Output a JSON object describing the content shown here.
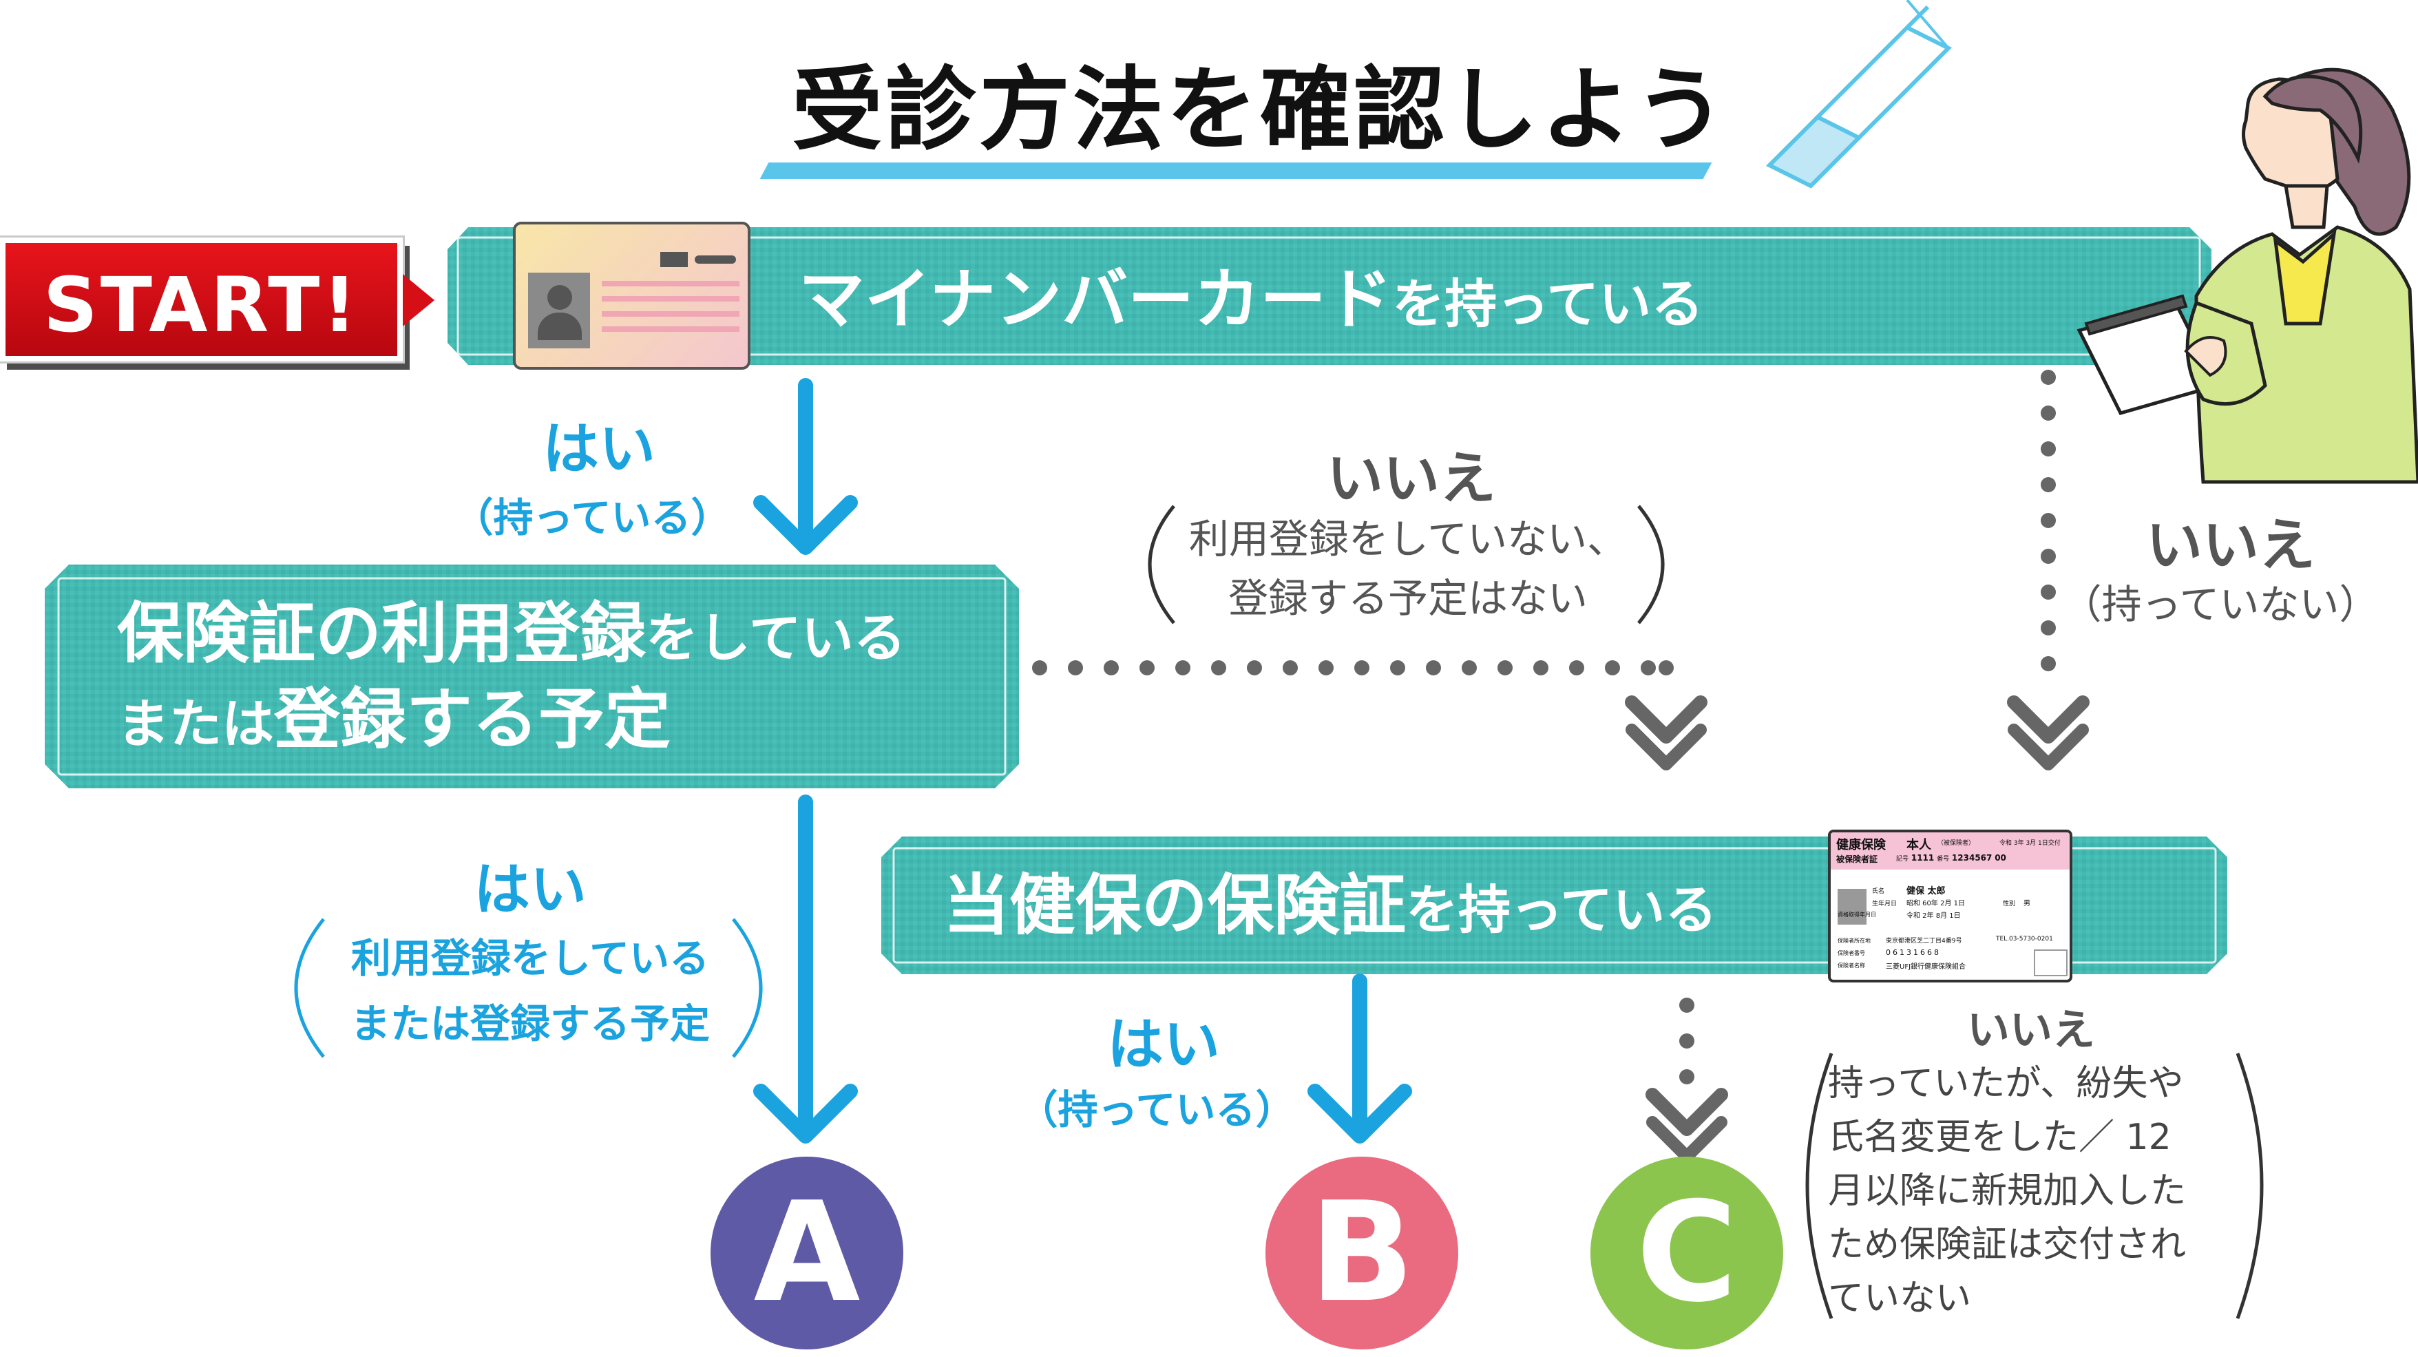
{
  "title": "受診方法を確認しよう",
  "start_label": "START!",
  "q1": {
    "main": "マイナンバーカード",
    "tail": "を持っている"
  },
  "q2": {
    "line1_main": "保険証の利用登録",
    "line1_tail": "をしている",
    "line2_pre": "または",
    "line2_main": "登録する予定"
  },
  "q3": {
    "main": "当健保の保険証",
    "tail": "を持っている"
  },
  "branches": {
    "q1_yes": "はい",
    "q1_yes_sub": "（持っている）",
    "q1_no": "いいえ",
    "q1_no_sub": "（持っていない）",
    "q2_yes": "はい",
    "q2_yes_sub1": "利用登録をしている",
    "q2_yes_sub2": "または登録する予定",
    "q2_no": "いいえ",
    "q2_no_sub1": "利用登録をしていない、",
    "q2_no_sub2": "登録する予定はない",
    "q3_yes": "はい",
    "q3_yes_sub": "（持っている）",
    "q3_no": "いいえ",
    "q3_no_lines": [
      "持っていたが、紛失や",
      "氏名変更をした／ 12",
      "月以降に新規加入した",
      "ため保険証は交付され",
      "ていない"
    ]
  },
  "results": {
    "a": "A",
    "b": "B",
    "c": "C"
  },
  "insurance_card": {
    "header_left": "健康保険",
    "header_mid": "本人",
    "header_sub": "（被保険者）",
    "date": "令和 3年 3月 1日交付",
    "type": "被保険者証",
    "kigo_label": "記号",
    "kigo": "1111",
    "bango_label": "番号",
    "bango": "1234567",
    "edaban": "00",
    "name_label": "氏名",
    "name": "健保 太郎",
    "birth_label": "生年月日",
    "birth": "昭和 60年 2月 1日",
    "sex_label": "性別",
    "sex": "男",
    "acq_label": "資格取得年月日",
    "acq": "令和 2年 8月 1日",
    "addr_label": "保険者所在地",
    "addr": "東京都港区芝二丁目4番9号",
    "tel": "TEL.03-5730-0201",
    "num_label": "保険者番号",
    "num": "06131668",
    "insurer_label": "保険者名称",
    "insurer": "三菱UFJ銀行健康保険組合"
  },
  "colors": {
    "banner": "#43b9b1",
    "yes": "#1aa3df",
    "no": "#666666",
    "a": "#5f5aa6",
    "b": "#ea6b7f",
    "c": "#8cc54e",
    "start": "#d60f17"
  },
  "icons": [
    "mynumber-card-icon",
    "insurance-card-icon",
    "person-illustration",
    "highlighter-pen-icon"
  ]
}
